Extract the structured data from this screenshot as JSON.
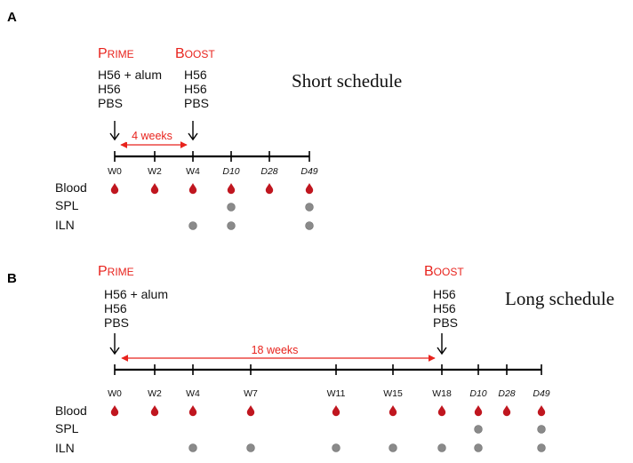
{
  "colors": {
    "red": "#e8231d",
    "blood": "#c0161f",
    "node": "#8a8a8a",
    "axis": "#000000"
  },
  "panels": [
    {
      "id": "A",
      "prime_label": "Prime",
      "boost_label": "Boost",
      "prime_groups": [
        "H56 + alum",
        "H56",
        "PBS"
      ],
      "boost_groups": [
        "H56",
        "H56",
        "PBS"
      ],
      "schedule_label": "Short schedule",
      "interval_label": "4 weeks",
      "timepoints": [
        "W0",
        "W2",
        "W4",
        "D10",
        "D28",
        "D49"
      ],
      "rows": [
        {
          "label": "Blood",
          "marker": "drop",
          "at": [
            "W0",
            "W2",
            "W4",
            "D10",
            "D28",
            "D49"
          ]
        },
        {
          "label": "SPL",
          "marker": "dot",
          "at": [
            "D10",
            "D49"
          ]
        },
        {
          "label": "ILN",
          "marker": "dot",
          "at": [
            "W4",
            "D10",
            "D49"
          ]
        }
      ]
    },
    {
      "id": "B",
      "prime_label": "Prime",
      "boost_label": "Boost",
      "prime_groups": [
        "H56 + alum",
        "H56",
        "PBS"
      ],
      "boost_groups": [
        "H56",
        "H56",
        "PBS"
      ],
      "schedule_label": "Long schedule",
      "interval_label": "18 weeks",
      "timepoints": [
        "W0",
        "W2",
        "W4",
        "W7",
        "W11",
        "W15",
        "W18",
        "D10",
        "D28",
        "D49"
      ],
      "rows": [
        {
          "label": "Blood",
          "marker": "drop",
          "at": [
            "W0",
            "W2",
            "W4",
            "W7",
            "W11",
            "W15",
            "W18",
            "D10",
            "D28",
            "D49"
          ]
        },
        {
          "label": "SPL",
          "marker": "dot",
          "at": [
            "D10",
            "D49"
          ]
        },
        {
          "label": "ILN",
          "marker": "dot",
          "at": [
            "W4",
            "W7",
            "W11",
            "W15",
            "W18",
            "D10",
            "D49"
          ]
        }
      ]
    }
  ]
}
